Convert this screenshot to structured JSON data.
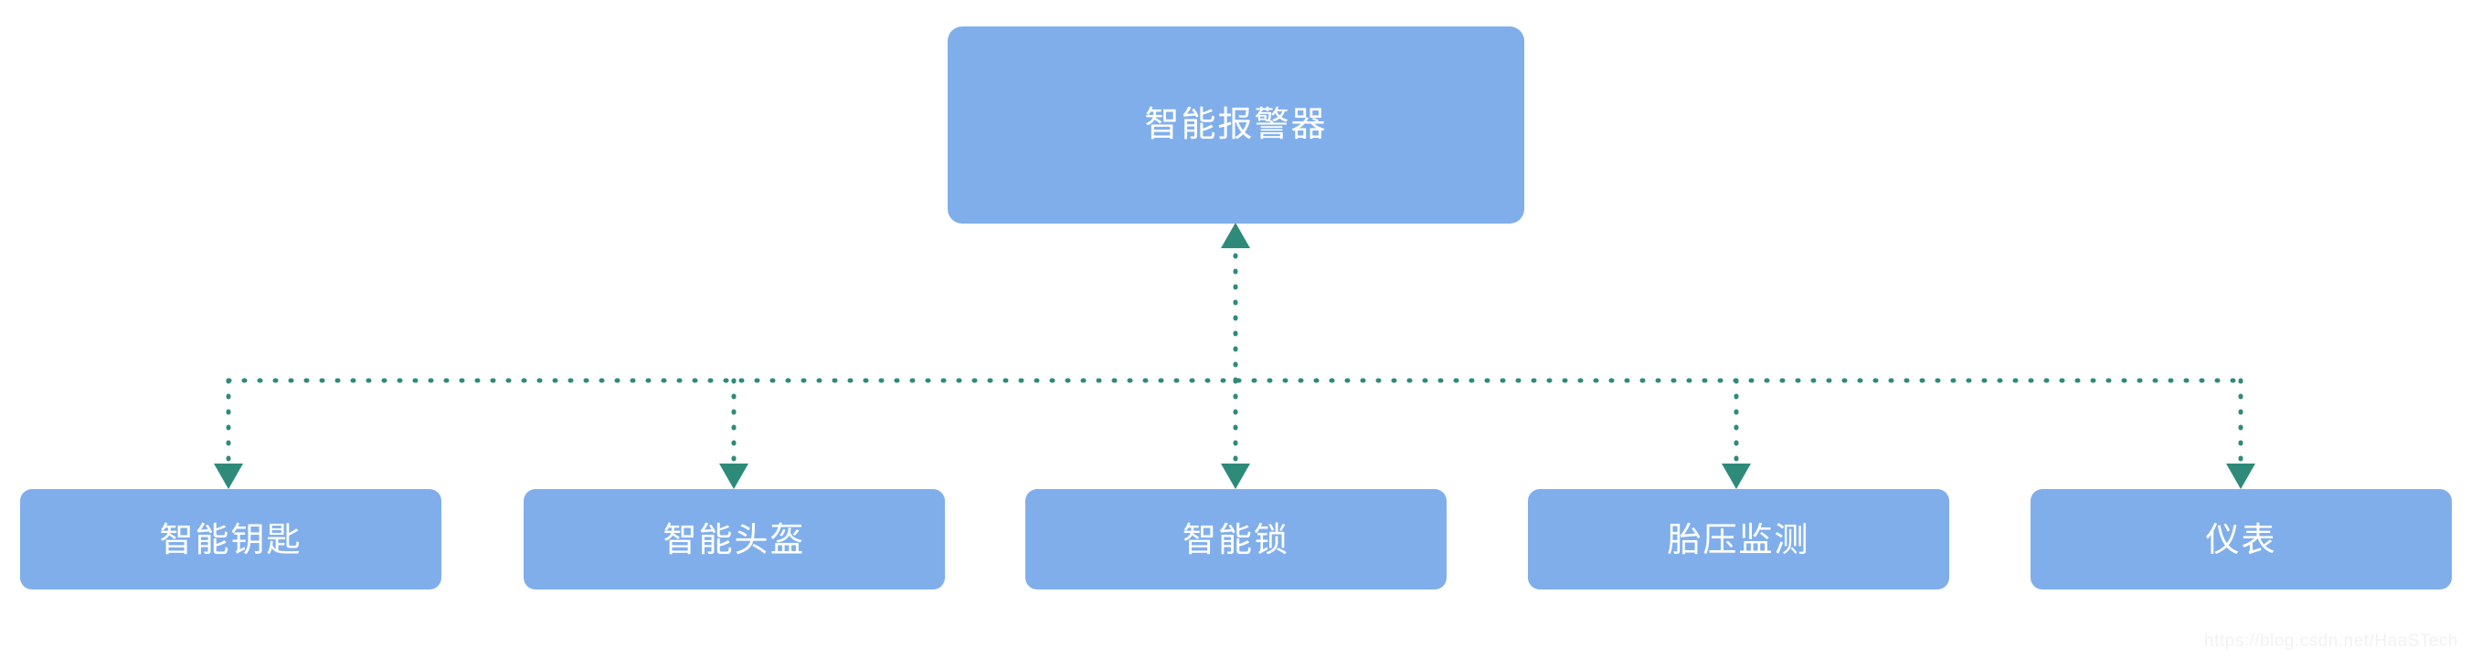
{
  "diagram": {
    "type": "hierarchy-tree",
    "orientation": "top-down",
    "root": {
      "id": "root",
      "label": "智能报警器"
    },
    "children": [
      {
        "id": "leaf-0",
        "label": "智能钥匙"
      },
      {
        "id": "leaf-1",
        "label": "智能头盔"
      },
      {
        "id": "leaf-2",
        "label": "智能锁"
      },
      {
        "id": "leaf-3",
        "label": "胎压监测"
      },
      {
        "id": "leaf-4",
        "label": "仪表"
      }
    ],
    "edges": [
      {
        "from": "root",
        "to": "leaf-0",
        "style": "dotted",
        "arrow": "both"
      },
      {
        "from": "root",
        "to": "leaf-1",
        "style": "dotted",
        "arrow": "both"
      },
      {
        "from": "root",
        "to": "leaf-2",
        "style": "dotted",
        "arrow": "both"
      },
      {
        "from": "root",
        "to": "leaf-3",
        "style": "dotted",
        "arrow": "both"
      },
      {
        "from": "root",
        "to": "leaf-4",
        "style": "dotted",
        "arrow": "both"
      }
    ]
  },
  "colors": {
    "background": "#ffffff",
    "node_fill": "#7faeeb",
    "node_text": "#ffffff",
    "connector": "#2e8b7a",
    "arrowhead": "#2e8b7a",
    "watermark_text": "#f2f2f2"
  },
  "watermark": {
    "text": "https://blog.csdn.net/HaaSTech"
  }
}
